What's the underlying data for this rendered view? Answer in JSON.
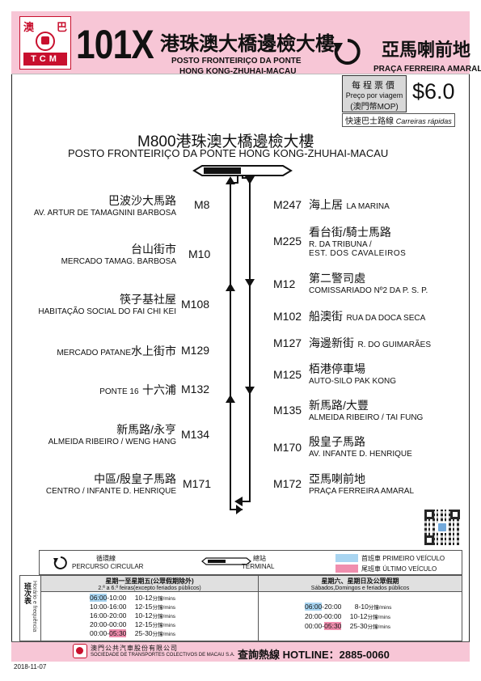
{
  "header": {
    "logo_char_1": "澳",
    "logo_char_2": "巴",
    "logo_text": "TCM",
    "route_number": "101X",
    "dest_a_zh": "港珠澳大橋邊檢大樓",
    "dest_a_pt": "POSTO FRONTEIRIÇO DA PONTE",
    "dest_a_en": "HONG KONG-ZHUHAI-MACAU",
    "dest_b_zh": "亞馬喇前地",
    "dest_b_pt": "PRAÇA FERREIRA AMARAL",
    "circular_icon": "circular-arrow-icon"
  },
  "fare": {
    "label_zh": "每程票價",
    "label_pt": "Preço por viagem",
    "currency": "(澳門幣MOP)",
    "amount": "$6.0",
    "express_zh": "快速巴士路線",
    "express_pt": "Carreiras rápidas"
  },
  "terminal": {
    "title": "M800港珠澳大橋邊檢大樓",
    "subtitle": "POSTO FRONTEIRIÇO DA PONTE HONG KONG-ZHUHAI-MACAU"
  },
  "stops_left": [
    {
      "code": "M8",
      "zh": "巴波沙大馬路",
      "pt": "AV. ARTUR DE TAMAGNINI BARBOSA"
    },
    {
      "code": "M10",
      "zh": "台山街市",
      "pt": "MERCADO TAMAG. BARBOSA"
    },
    {
      "code": "M108",
      "zh": "筷子基社屋",
      "pt": "HABITAÇÃO SOCIAL DO FAI CHI KEI"
    },
    {
      "code": "M129",
      "zh": "水上街市",
      "pt": "MERCADO PATANE"
    },
    {
      "code": "M132",
      "zh": "十六浦",
      "pt": "PONTE 16"
    },
    {
      "code": "M134",
      "zh": "新馬路/永亨",
      "pt": "ALMEIDA RIBEIRO / WENG HANG"
    },
    {
      "code": "M171",
      "zh": "中區/殷皇子馬路",
      "pt": "CENTRO / INFANTE D. HENRIQUE"
    }
  ],
  "stops_right": [
    {
      "code": "M247",
      "zh": "海上居",
      "pt": "LA MARINA"
    },
    {
      "code": "M225",
      "zh": "看台街/騎士馬路",
      "pt": "R. DA TRIBUNA /",
      "pt2": "EST. DOS CAVALEIROS"
    },
    {
      "code": "M12",
      "zh": "第二警司處",
      "pt": "COMISSARIADO Nº2 DA P. S. P."
    },
    {
      "code": "M102",
      "zh": "船澳街",
      "pt": "RUA DA DOCA SECA"
    },
    {
      "code": "M127",
      "zh": "海邊新街",
      "pt": "R. DO GUIMARÃES"
    },
    {
      "code": "M125",
      "zh": "栢港停車場",
      "pt": "AUTO-SILO PAK KONG"
    },
    {
      "code": "M135",
      "zh": "新馬路/大豐",
      "pt": "ALMEIDA RIBEIRO / TAI FUNG"
    },
    {
      "code": "M170",
      "zh": "殷皇子馬路",
      "pt": "AV. INFANTE D. HENRIQUE"
    },
    {
      "code": "M172",
      "zh": "亞馬喇前地",
      "pt": "PRAÇA FERREIRA AMARAL"
    }
  ],
  "legend": {
    "circular_zh": "循環線",
    "circular_pt": "PERCURSO CIRCULAR",
    "terminal_zh": "總站",
    "terminal_pt": "TERMINAL",
    "first_label": "首班車 PRIMEIRO VEÍCULO",
    "last_label": "尾班車 ÚLTIMO VEÍCULO",
    "first_color": "#a9d5f1",
    "last_color": "#f08eae"
  },
  "timetable": {
    "side_zh": "班次表",
    "side_pt": "Horário e frequência",
    "weekday_zh": "星期一至星期五(公眾假期除外)",
    "weekday_pt": "2.ª a 6.ª feiras(excepto feriados públicos)",
    "weekend_zh": "星期六、星期日及公眾假期",
    "weekend_pt": "Sábados,Domingos e feriados públicos",
    "mins_label": "分鐘/mins",
    "weekday": [
      {
        "start": "06:00",
        "end": "10:00",
        "freq": "10-12"
      },
      {
        "start": "10:00",
        "end": "16:00",
        "freq": "12-15"
      },
      {
        "start": "16:00",
        "end": "20:00",
        "freq": "10-12"
      },
      {
        "start": "20:00",
        "end": "00:00",
        "freq": "12-15"
      },
      {
        "start": "00:00",
        "end": "05:30",
        "freq": "25-30"
      }
    ],
    "weekend": [
      {
        "start": "06:00",
        "end": "20:00",
        "freq": "8-10"
      },
      {
        "start": "20:00",
        "end": "00:00",
        "freq": "10-12"
      },
      {
        "start": "00:00",
        "end": "05:30",
        "freq": "25-30"
      }
    ]
  },
  "footer": {
    "company_zh": "澳門公共汽車股份有限公司",
    "company_pt": "SOCIEDADE DE TRANSPORTES COLECTIVOS DE MACAU S.A.",
    "hotline": "查詢熱線 HOTLINE：2885-0060",
    "date": "2018-11-07"
  }
}
